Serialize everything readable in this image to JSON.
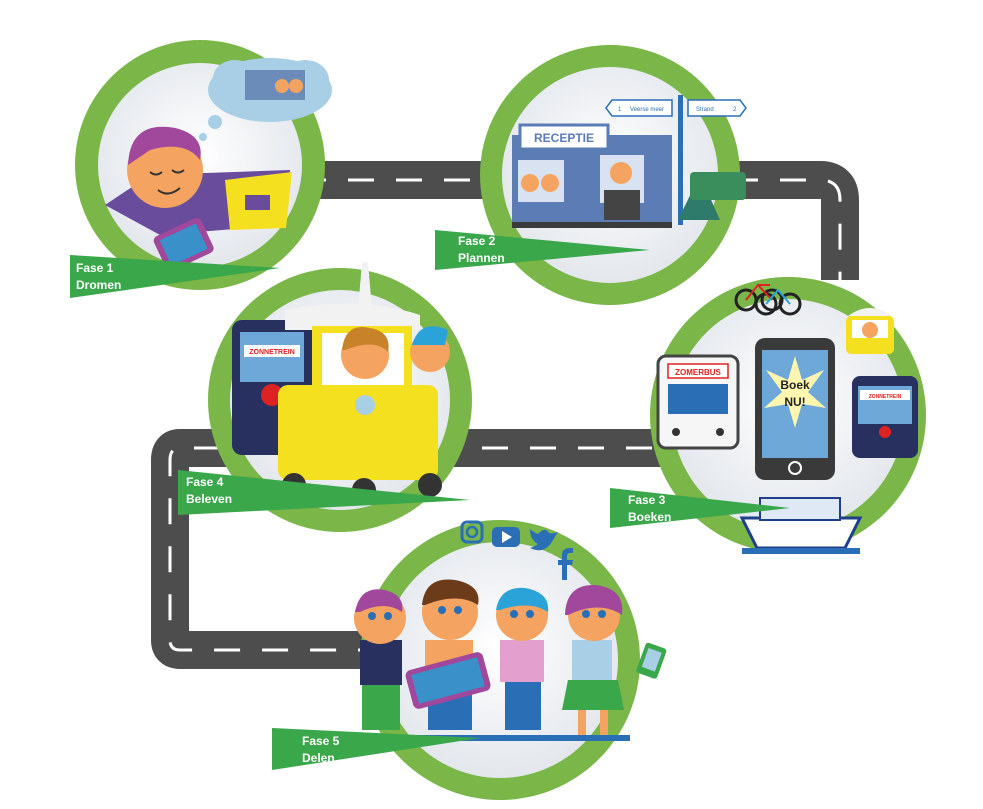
{
  "phases": [
    {
      "num": "Fase 1",
      "name": "Dromen"
    },
    {
      "num": "Fase 2",
      "name": "Plannen"
    },
    {
      "num": "Fase 3",
      "name": "Boeken"
    },
    {
      "num": "Fase 4",
      "name": "Beleven"
    },
    {
      "num": "Fase 5",
      "name": "Delen"
    }
  ],
  "signs": {
    "receptie": "RECEPTIE",
    "signpost_left_num": "1",
    "signpost_left": "Veerse meer",
    "signpost_right": "Strand",
    "signpost_right_num": "2",
    "zonnetrein": "ZONNETREIN",
    "zomerbus": "ZOMERBUS",
    "boek_line1": "Boek",
    "boek_line2": "NU!"
  },
  "colors": {
    "ring_green": "#7ab648",
    "label_green": "#3aa74a",
    "road": "#4d4d4d",
    "skin": "#f4a460",
    "hair_purple": "#a2489c",
    "hair_blue": "#2aa3d9",
    "tuktuk_yellow": "#f5e020",
    "reception_blue": "#5b7cb5"
  },
  "icons": [
    "instagram-icon",
    "youtube-icon",
    "twitter-icon",
    "facebook-icon"
  ]
}
